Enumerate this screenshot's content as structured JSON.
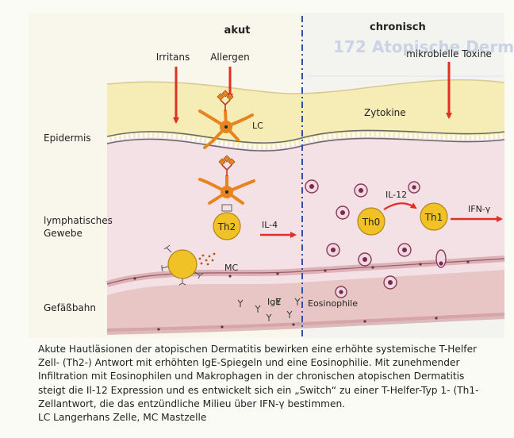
{
  "figure": {
    "header_acute": "akut",
    "header_chronic": "chronisch",
    "bg_heading_fragment": "172 Atopische Derm",
    "stimuli": {
      "irritant": "Irritans",
      "allergen": "Allergen",
      "microbial_toxins": "mikrobielle Toxine"
    },
    "layers": {
      "epidermis": "Epidermis",
      "lymphatic_line1": "lymphatisches",
      "lymphatic_line2": "Gewebe",
      "vessel": "Gefäßbahn"
    },
    "cells": {
      "lc_top": "LC",
      "th2": "Th2",
      "mc": "MC",
      "th0": "Th0",
      "th1": "Th1",
      "eosinophils": "Eosinophile"
    },
    "mediators": {
      "cytokines": "Zytokine",
      "il4": "IL-4",
      "il12": "IL-12",
      "ifn_gamma": "IFN-γ",
      "ige": "IgE"
    },
    "colors": {
      "epidermis": "#f5ecb6",
      "lymph": "#f3e1e6",
      "vessel": "#e9c6c6",
      "arrow": "#e22f24",
      "cell": "#f1c226",
      "divider": "#2f50a8",
      "langerhans": "#e8841e"
    }
  },
  "caption": {
    "line1": "Akute Hautläsionen der atopischen Dermatitis bewirken eine erhöhte systemische T-Helfer",
    "line2": "Zell- (Th2-) Antwort mit erhöhten IgE-Spiegeln und eine Eosinophilie. Mit zunehmender",
    "line3": "Infiltration mit Eosinophilen und Makrophagen in der chronischen atopischen Dermatitis",
    "line4": "steigt die Il-12 Expression und es entwickelt sich ein „Switch“ zu einer T-Helfer-Typ 1- (Th1-",
    "line5": "Zellantwort, die das entzündliche Milieu über IFN-γ bestimmen.",
    "line6": "LC Langerhans Zelle, MC Mastzelle"
  }
}
